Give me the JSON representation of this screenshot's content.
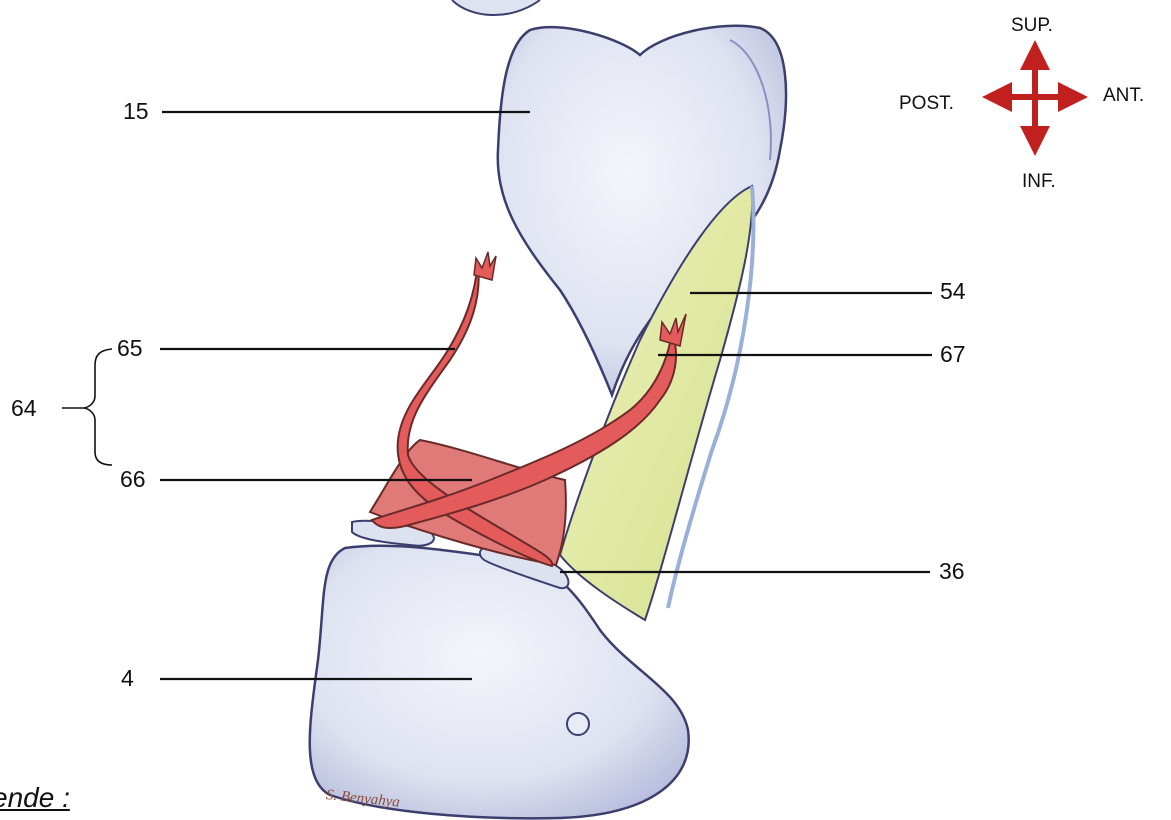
{
  "labels": {
    "l15": "15",
    "l54": "54",
    "l65": "65",
    "l67": "67",
    "l64": "64",
    "l66": "66",
    "l36": "36",
    "l4": "4"
  },
  "orientation": {
    "sup": "SUP.",
    "inf": "INF.",
    "post": "POST.",
    "ant": "ANT."
  },
  "legend_fragment": "ende :",
  "signature": "S. Benyahya",
  "colors": {
    "bone_fill": "#e3e6f3",
    "bone_outline": "#3c3f6e",
    "cartilage_fill": "#e1e8a4",
    "ligament_fill": "#e07a78",
    "muscle_fill": "#e45b5b",
    "arrow_red": "#c0201e"
  }
}
